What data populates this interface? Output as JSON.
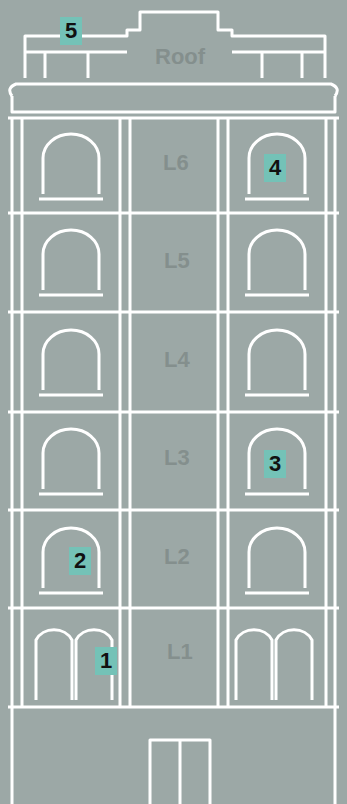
{
  "diagram": {
    "labels": [
      "5",
      "Roof",
      "L6",
      "4",
      "L5",
      "L4",
      "L3",
      "3",
      "2",
      "L2",
      "1",
      "L1"
    ]
  }
}
